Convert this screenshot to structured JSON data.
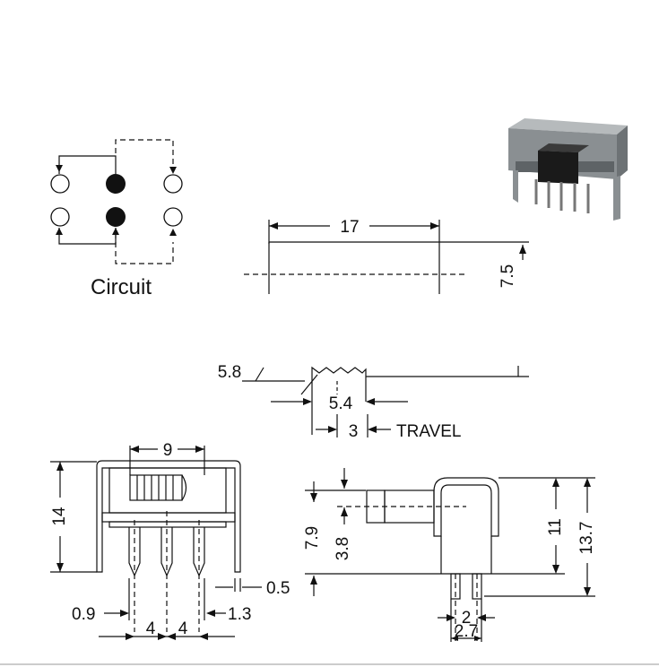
{
  "circuit": {
    "label": "Circuit"
  },
  "top_view": {
    "length": "17",
    "height": "7.5",
    "actuator": "5.8",
    "actuator_width": "5.4",
    "travel_value": "3",
    "travel_label": "TRAVEL"
  },
  "front_view": {
    "width": "9",
    "height": "14",
    "pin_thickness": "0.5",
    "pin_width": "0.9",
    "tab_width": "1.3",
    "pitch_left": "4",
    "pitch_right": "4"
  },
  "side_view": {
    "knob_offset": "7.9",
    "knob_height": "3.8",
    "body_height": "11",
    "total_height": "13.7",
    "pin_spacing": "2",
    "pin_outer": "2.7"
  },
  "colors": {
    "line": "#111111",
    "photo_body": "#8a8f92",
    "photo_knob": "#1a1a1a"
  }
}
